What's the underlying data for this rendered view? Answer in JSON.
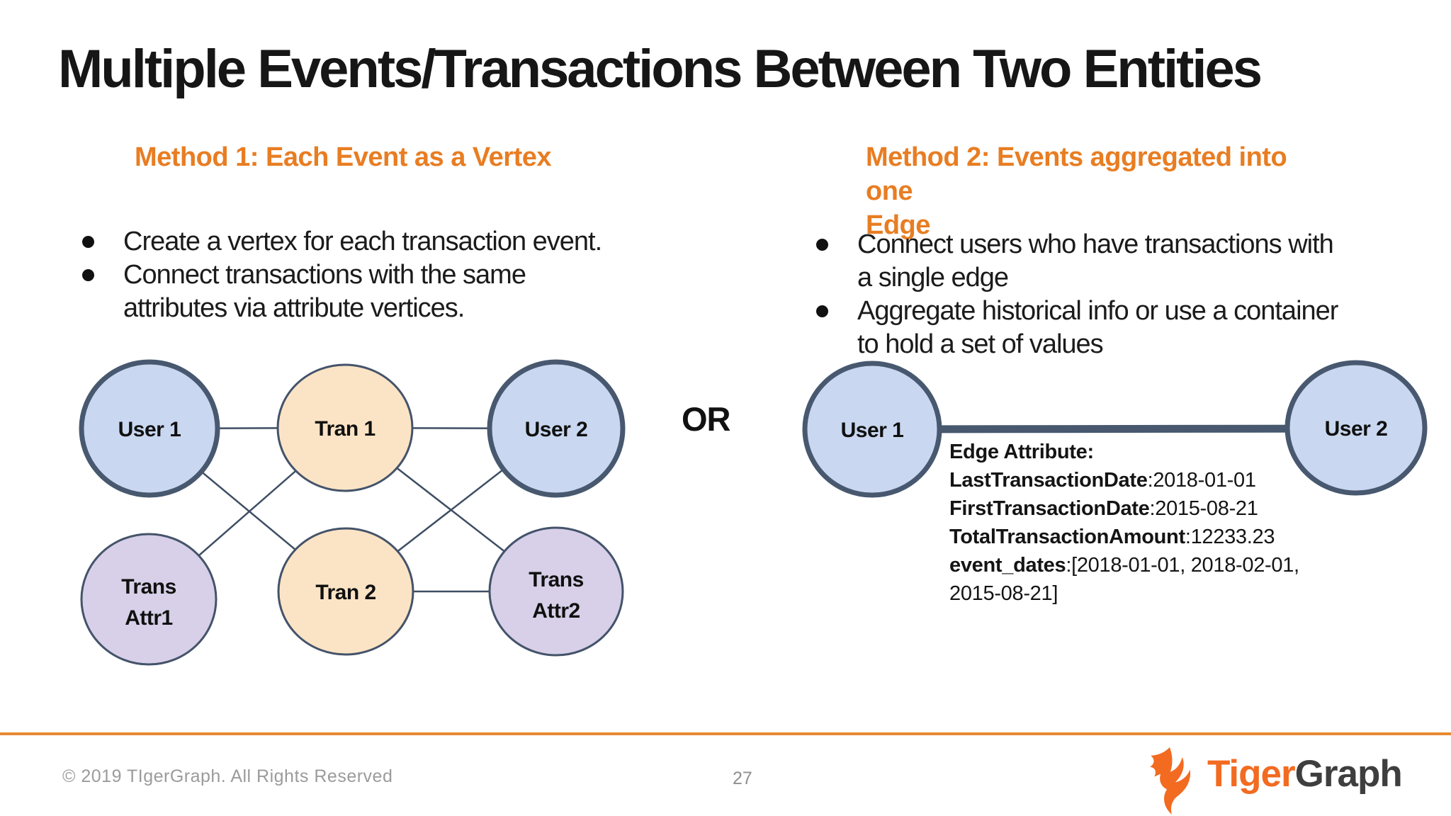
{
  "slide": {
    "title": "Multiple Events/Transactions Between Two Entities",
    "or_label": "OR"
  },
  "method1": {
    "heading": "Method 1: Each Event as a Vertex",
    "bullets": [
      {
        "lines": [
          "Create a vertex for each transaction event."
        ]
      },
      {
        "lines": [
          "Connect transactions with the same",
          "attributes via attribute vertices."
        ]
      }
    ],
    "diagram": {
      "nodes": [
        {
          "id": "user1",
          "type": "user",
          "lines": [
            "User 1"
          ]
        },
        {
          "id": "tran1",
          "type": "transaction",
          "lines": [
            "Tran 1"
          ]
        },
        {
          "id": "user2",
          "type": "user",
          "lines": [
            "User 2"
          ]
        },
        {
          "id": "trans-attr1",
          "type": "attribute",
          "lines": [
            "Trans",
            "Attr1"
          ]
        },
        {
          "id": "tran2",
          "type": "transaction",
          "lines": [
            "Tran 2"
          ]
        },
        {
          "id": "trans-attr2",
          "type": "attribute",
          "lines": [
            "Trans",
            "Attr2"
          ]
        }
      ],
      "edges": [
        [
          "user1",
          "tran1"
        ],
        [
          "tran1",
          "user2"
        ],
        [
          "user1",
          "tran2"
        ],
        [
          "tran1",
          "trans-attr1"
        ],
        [
          "tran1",
          "trans-attr2"
        ],
        [
          "user2",
          "tran2"
        ],
        [
          "tran2",
          "trans-attr2"
        ]
      ]
    }
  },
  "method2": {
    "heading_lines": [
      "Method 2: Events aggregated into one",
      "Edge"
    ],
    "bullets": [
      {
        "lines": [
          "Connect users who have transactions with",
          "a single edge"
        ]
      },
      {
        "lines": [
          "Aggregate historical info or use a container",
          "to hold a set of values"
        ]
      }
    ],
    "diagram": {
      "nodes": [
        {
          "id": "user1",
          "type": "user",
          "label": "User 1"
        },
        {
          "id": "user2",
          "type": "user",
          "label": "User 2"
        }
      ],
      "edges": [
        [
          "user1",
          "user2"
        ]
      ]
    },
    "edge_attributes": {
      "title": "Edge Attribute:",
      "items": [
        {
          "label": "LastTransactionDate",
          "value": ":2018-01-01"
        },
        {
          "label": "FirstTransactionDate",
          "value": ":2015-08-21"
        },
        {
          "label": "TotalTransactionAmount",
          "value": ":12233.23"
        },
        {
          "label": "event_dates",
          "value": ":[2018-01-01, 2018-02-01,"
        }
      ],
      "continuation": "2015-08-21]"
    }
  },
  "footer": {
    "copyright": "© 2019 TIgerGraph. All Rights Reserved",
    "page_number": "27",
    "logo": {
      "word_part1": "Tiger",
      "word_part2": "Graph"
    }
  },
  "colors": {
    "heading_orange": "#E87D22",
    "divider_orange": "#E78A33",
    "logo_orange": "#F26B21",
    "logo_gray": "#3E3E3E",
    "user_fill": "#C9D7F0",
    "user_stroke": "#47586F",
    "transaction_fill": "#FBE4C5",
    "attribute_fill": "#D7D0E8",
    "node_stroke": "#44536A",
    "edge_line": "#3E4E63",
    "title_text": "#161616"
  }
}
